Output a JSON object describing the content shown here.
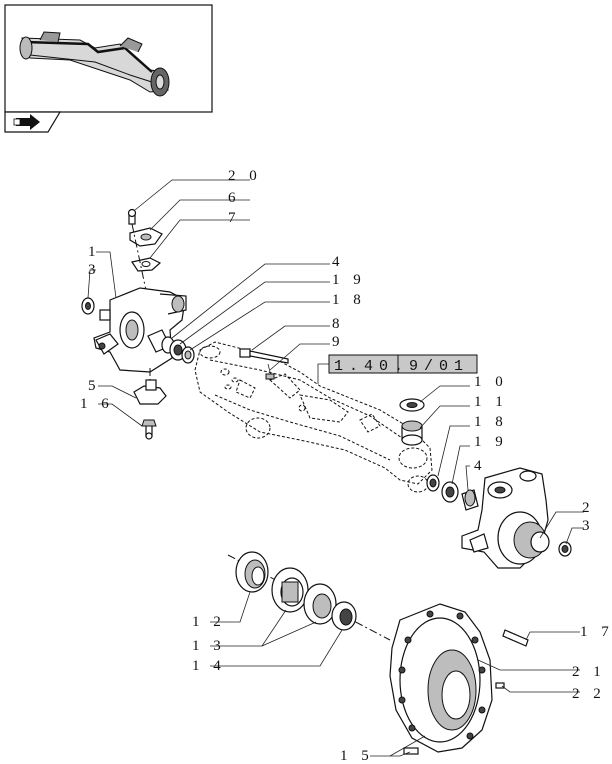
{
  "reference_box": {
    "text": "1.40.9/01"
  },
  "callouts": [
    {
      "id": "c20a",
      "text": "2 0"
    },
    {
      "id": "c6",
      "text": "6"
    },
    {
      "id": "c7",
      "text": "7"
    },
    {
      "id": "c1",
      "text": "1"
    },
    {
      "id": "c3a",
      "text": "3"
    },
    {
      "id": "c4a",
      "text": "4"
    },
    {
      "id": "c19a",
      "text": "1 9"
    },
    {
      "id": "c18a",
      "text": "1 8"
    },
    {
      "id": "c8",
      "text": "8"
    },
    {
      "id": "c9",
      "text": "9"
    },
    {
      "id": "c5",
      "text": "5"
    },
    {
      "id": "c16",
      "text": "1 6"
    },
    {
      "id": "c10",
      "text": "1 0"
    },
    {
      "id": "c11",
      "text": "1 1"
    },
    {
      "id": "c18b",
      "text": "1 8"
    },
    {
      "id": "c19b",
      "text": "1 9"
    },
    {
      "id": "c4b",
      "text": "4"
    },
    {
      "id": "c2",
      "text": "2"
    },
    {
      "id": "c3b",
      "text": "3"
    },
    {
      "id": "c12",
      "text": "1 2"
    },
    {
      "id": "c13",
      "text": "1 3"
    },
    {
      "id": "c14",
      "text": "1 4"
    },
    {
      "id": "c17",
      "text": "1 7"
    },
    {
      "id": "c21",
      "text": "2 1"
    },
    {
      "id": "c22",
      "text": "2 2"
    },
    {
      "id": "c15",
      "text": "1 5"
    }
  ]
}
